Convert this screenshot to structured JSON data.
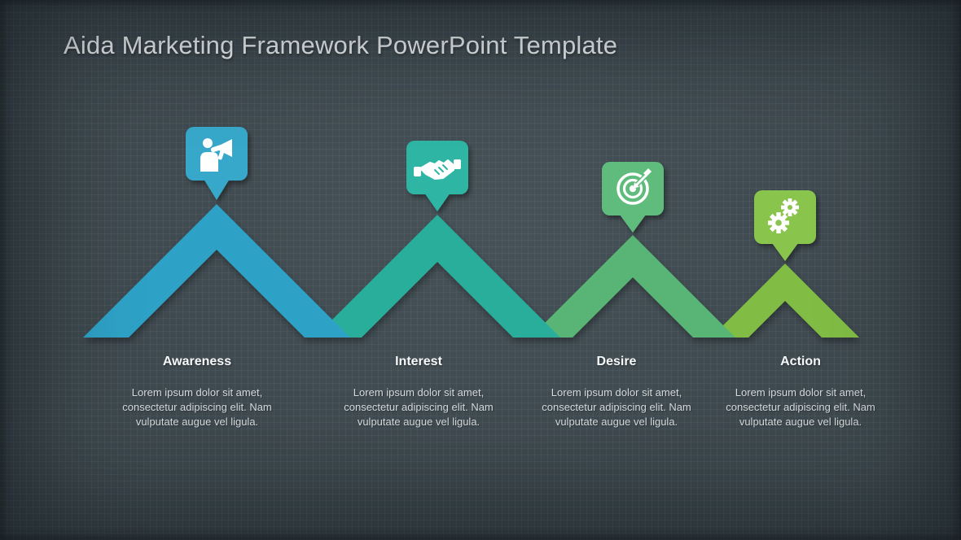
{
  "slide": {
    "title": "Aida Marketing Framework PowerPoint Template",
    "background_color": "#3e494f",
    "title_color": "#eef2f3",
    "body_text_color": "#d6dcde"
  },
  "stages": [
    {
      "id": "awareness",
      "label": "Awareness",
      "description": "Lorem ipsum dolor sit amet, consectetur adipiscing elit. Nam vulputate augue vel ligula.",
      "chevron_color": "#2ea2c6",
      "bubble_color": "#38a8ca",
      "icon": "megaphone-person-icon"
    },
    {
      "id": "interest",
      "label": "Interest",
      "description": "Lorem ipsum dolor sit amet, consectetur adipiscing elit. Nam vulputate augue vel ligula.",
      "chevron_color": "#2aae9c",
      "bubble_color": "#2db5a3",
      "icon": "handshake-icon"
    },
    {
      "id": "desire",
      "label": "Desire",
      "description": "Lorem ipsum dolor sit amet, consectetur adipiscing elit. Nam vulputate augue vel ligula.",
      "chevron_color": "#59b574",
      "bubble_color": "#5fbc7b",
      "icon": "target-dart-icon"
    },
    {
      "id": "action",
      "label": "Action",
      "description": "Lorem ipsum dolor sit amet, consectetur adipiscing elit. Nam vulputate augue vel ligula.",
      "chevron_color": "#81bd45",
      "bubble_color": "#89c44e",
      "icon": "gears-icon"
    }
  ]
}
